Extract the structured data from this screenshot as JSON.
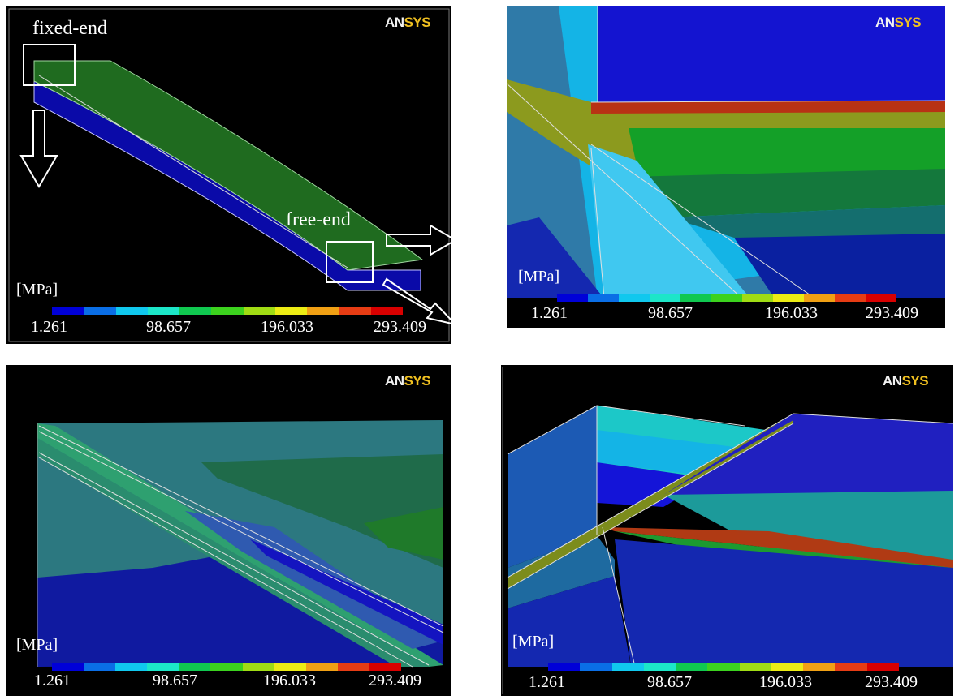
{
  "panels": [
    {
      "logo": {
        "an": "AN",
        "sys": "SYS"
      },
      "unit": "[MPa]",
      "ticks": [
        "1.261",
        "98.657",
        "196.033",
        "293.409"
      ]
    },
    {
      "logo": {
        "an": "AN",
        "sys": "SYS"
      },
      "unit": "[MPa]",
      "ticks": [
        "1.261",
        "98.657",
        "196.033",
        "293.409"
      ]
    },
    {
      "logo": {
        "an": "AN",
        "sys": "SYS"
      },
      "unit": "[MPa]",
      "ticks": [
        "1.261",
        "98.657",
        "196.033",
        "293.409"
      ]
    },
    {
      "logo": {
        "an": "AN",
        "sys": "SYS"
      },
      "unit": "[MPa]",
      "ticks": [
        "1.261",
        "98.657",
        "196.033",
        "293.409"
      ]
    }
  ],
  "annotations": {
    "fixed_end": "fixed-end",
    "free_end": "free-end"
  },
  "colormap": [
    "#0000d8",
    "#0a6ee6",
    "#10c8ee",
    "#1ce6c8",
    "#10c850",
    "#3cd21e",
    "#a0dc14",
    "#ecec14",
    "#f0a014",
    "#e63c14",
    "#d80000"
  ]
}
